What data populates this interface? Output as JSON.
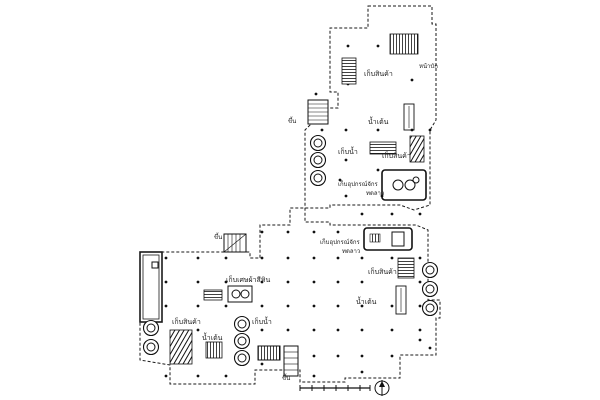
{
  "plan": {
    "labels": {
      "upper_annex": "หน้าบัก",
      "store_top": "เก็บสินค้า",
      "water_top": "น้ำเต้น",
      "bath_top": "เก็บน้ำ",
      "store_mid_right": "เก็บสินค้า",
      "equip_store_top": "เก็บอุปกรณ์จักร",
      "equip_store_top_2": "ทดลาว",
      "stairs_top": "ขึ้น",
      "stairs_mid": "ขึ้น",
      "equip_store_center": "เก็บอุปกรณ์จักร",
      "equip_store_center_2": "ทดลาว",
      "store_right_mid": "เก็บสินค้า",
      "water_right_bottom": "น้ำเต้น",
      "scrap_store": "เก็บเศษผ้าสีหิน",
      "bath_left": "เก็บน้ำ",
      "store_left": "เก็บสินค้า",
      "water_left": "น้ำเต้น",
      "stairs_bottom": "ขึ้น"
    },
    "line_color": "#1a1a1a",
    "hatch_color": "#222222"
  }
}
